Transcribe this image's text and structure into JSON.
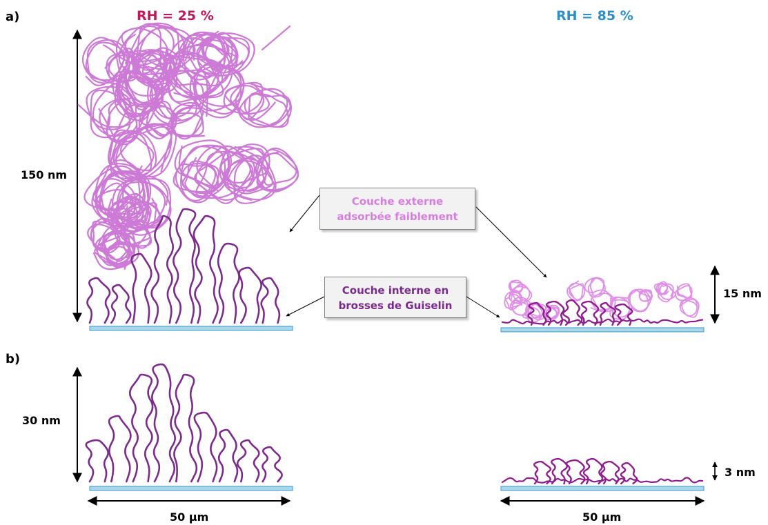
{
  "panels": {
    "a": "a)",
    "b": "b)"
  },
  "conditions": {
    "rh_low": "RH = 25 %",
    "rh_high": "RH = 85 %",
    "rh_low_color": "#c0185a",
    "rh_high_color": "#2d8fc8"
  },
  "dimensions": {
    "a_left_height": "150 nm",
    "a_right_height": "15 nm",
    "b_left_height": "30 nm",
    "b_right_height": "3 nm",
    "b_left_width": "50 µm",
    "b_right_width": "50 µm"
  },
  "callouts": {
    "outer": {
      "line1": "Couche externe",
      "line2": "adsorbée faiblement",
      "color": "#d77ee0"
    },
    "inner": {
      "line1": "Couche interne en",
      "line2": "brosses de Guiselin",
      "color": "#7b2b8c"
    }
  },
  "colors": {
    "outer_layer": "#cc7ad6",
    "outer_layer_light": "#e08ee8",
    "inner_layer": "#7b2b8c",
    "inner_layer_dense": "#8e1d8e",
    "substrate": "#aad7ec",
    "substrate_edge": "#3d9acb"
  }
}
